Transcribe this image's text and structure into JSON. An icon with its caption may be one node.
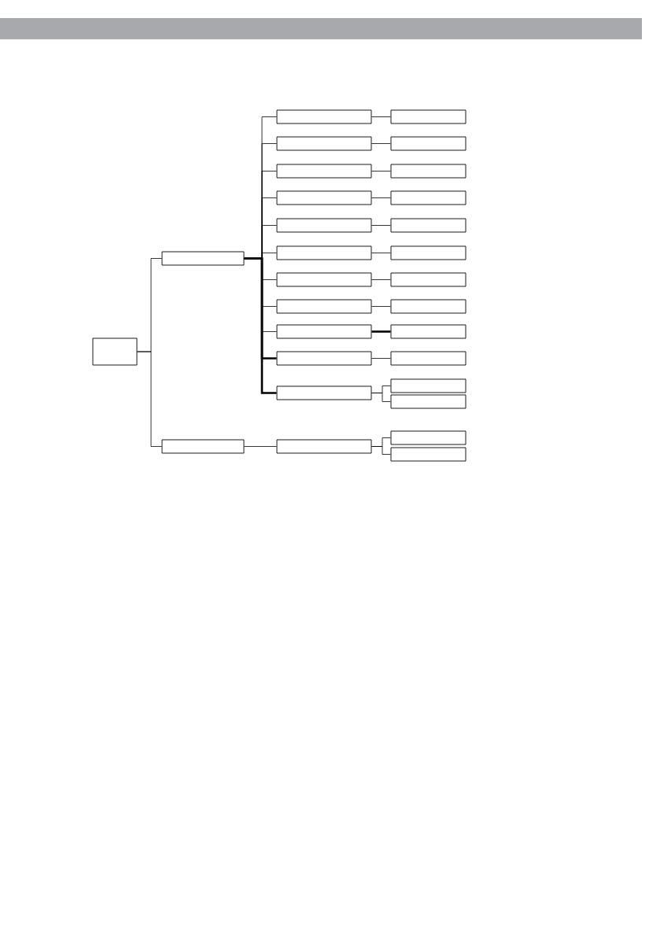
{
  "diagram": {
    "nodes": [
      {
        "text": [],
        "shape": "box"
      },
      {
        "text": [],
        "shape": "box"
      },
      {
        "text": [],
        "shape": "box"
      },
      {
        "text": [],
        "shape": "box"
      },
      {
        "text": [],
        "shape": "box"
      },
      {
        "text": [],
        "shape": "box"
      },
      {
        "text": [],
        "shape": "box"
      },
      {
        "text": [],
        "shape": "box"
      },
      {
        "text": [],
        "shape": "box"
      },
      {
        "text": [],
        "shape": "box"
      },
      {
        "text": [],
        "shape": "box"
      },
      {
        "text": [],
        "shape": "box"
      },
      {
        "text": [],
        "shape": "box"
      },
      {
        "text": [],
        "shape": "box"
      },
      {
        "text": [],
        "shape": "box"
      },
      {
        "text": [],
        "shape": "box"
      },
      {
        "text": [],
        "shape": "box"
      },
      {
        "text": [],
        "shape": "box"
      },
      {
        "text": [],
        "shape": "box"
      },
      {
        "text": [],
        "shape": "box"
      },
      {
        "text": [],
        "shape": "box"
      },
      {
        "text": [],
        "shape": "box"
      },
      {
        "text": [],
        "shape": "box"
      },
      {
        "text": [],
        "shape": "box"
      },
      {
        "text": [],
        "shape": "box"
      },
      {
        "text": [],
        "shape": "box"
      },
      {
        "text": [],
        "shape": "box"
      },
      {
        "text": [],
        "shape": "box"
      },
      {
        "text": [],
        "shape": "box"
      }
    ],
    "edges": [
      {
        "from": 0,
        "to": 1,
        "arrow": "none"
      },
      {
        "from": 0,
        "to": 2,
        "arrow": "none"
      },
      {
        "from": 1,
        "to": 3,
        "arrow": "none"
      },
      {
        "from": 1,
        "to": 4,
        "arrow": "none"
      },
      {
        "from": 1,
        "to": 5,
        "arrow": "none"
      },
      {
        "from": 1,
        "to": 6,
        "arrow": "none"
      },
      {
        "from": 1,
        "to": 7,
        "arrow": "none"
      },
      {
        "from": 1,
        "to": 8,
        "arrow": "none"
      },
      {
        "from": 1,
        "to": 9,
        "arrow": "none"
      },
      {
        "from": 1,
        "to": 10,
        "arrow": "none"
      },
      {
        "from": 1,
        "to": 11,
        "arrow": "none"
      },
      {
        "from": 1,
        "to": 12,
        "arrow": "none",
        "style": "thick"
      },
      {
        "from": 1,
        "to": 13,
        "arrow": "none",
        "style": "thick"
      },
      {
        "from": 3,
        "to": 14,
        "arrow": "none"
      },
      {
        "from": 4,
        "to": 15,
        "arrow": "none"
      },
      {
        "from": 5,
        "to": 16,
        "arrow": "none"
      },
      {
        "from": 6,
        "to": 17,
        "arrow": "none"
      },
      {
        "from": 7,
        "to": 18,
        "arrow": "none"
      },
      {
        "from": 8,
        "to": 19,
        "arrow": "none"
      },
      {
        "from": 9,
        "to": 20,
        "arrow": "none"
      },
      {
        "from": 10,
        "to": 21,
        "arrow": "none"
      },
      {
        "from": 11,
        "to": 22,
        "arrow": "none",
        "style": "thick"
      },
      {
        "from": 12,
        "to": 23,
        "arrow": "none"
      },
      {
        "from": 13,
        "to": 24,
        "arrow": "none"
      },
      {
        "from": 13,
        "to": 25,
        "arrow": "none"
      },
      {
        "from": 2,
        "to": 26,
        "arrow": "none"
      },
      {
        "from": 26,
        "to": 27,
        "arrow": "none"
      },
      {
        "from": 26,
        "to": 28,
        "arrow": "none"
      }
    ]
  }
}
